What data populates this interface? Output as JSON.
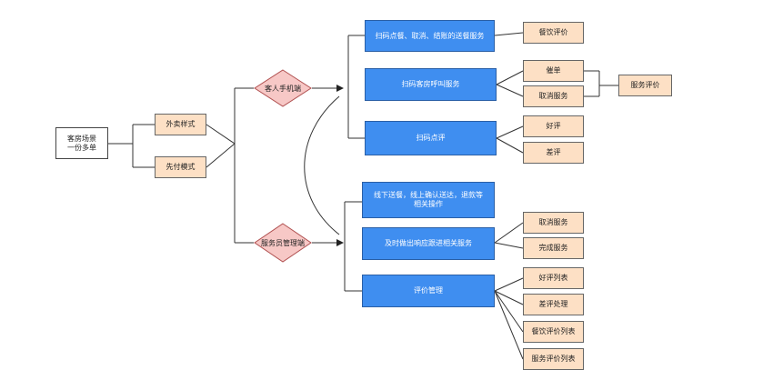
{
  "root": "客房场景\n一份多单",
  "modes": [
    "外卖样式",
    "先付模式"
  ],
  "roles": [
    "客人手机端",
    "服务员管理端"
  ],
  "guest_services": [
    "扫码点餐、取消、结账的送餐服务",
    "扫码客房呼叫服务",
    "扫码点评"
  ],
  "staff_services": [
    "线下送餐，线上确认送达，退款等相关操作",
    "及时做出响应跟进相关服务",
    "评价管理"
  ],
  "guest_leaves": [
    "餐饮评价",
    "催单",
    "取消服务",
    "好评",
    "差评"
  ],
  "service_review": "服务评价",
  "staff_leaves": [
    "取消服务",
    "完成服务",
    "好评列表",
    "差评处理",
    "餐饮评价列表",
    "服务评价列表"
  ]
}
